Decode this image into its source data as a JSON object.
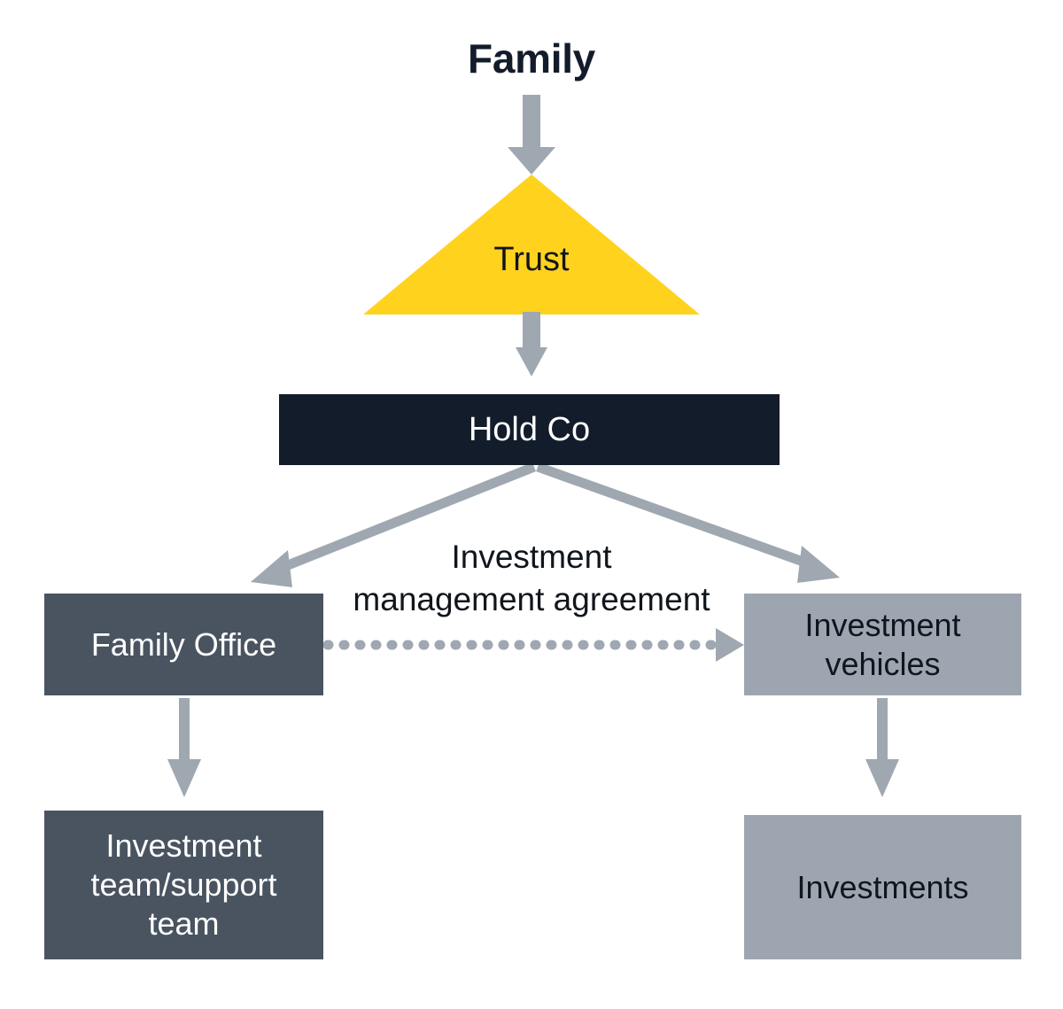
{
  "diagram": {
    "title": "Family",
    "background_color": "#ffffff",
    "palette": {
      "title_text": "#131c2b",
      "trust_fill": "#ffd21e",
      "trust_text": "#11151c",
      "holdco_fill": "#131c2b",
      "holdco_text": "#ffffff",
      "dark_slate_fill": "#495460",
      "dark_slate_text": "#ffffff",
      "light_gray_fill": "#9da6b0",
      "light_gray_text": "#11151c",
      "connector_gray": "#9fa8b0",
      "label_text": "#11151c"
    },
    "nodes": [
      {
        "id": "family",
        "label": "Family",
        "shape": "text",
        "fill": "none",
        "text_color": "#131c2b",
        "bold": true
      },
      {
        "id": "trust",
        "label": "Trust",
        "shape": "triangle",
        "fill": "#ffd21e",
        "text_color": "#11151c"
      },
      {
        "id": "holdco",
        "label": "Hold Co",
        "shape": "rectangle",
        "fill": "#131c2b",
        "text_color": "#ffffff"
      },
      {
        "id": "family-office",
        "label": "Family Office",
        "shape": "rectangle",
        "fill": "#495460",
        "text_color": "#ffffff"
      },
      {
        "id": "investment-vehicles",
        "label": "Investment\nvehicles",
        "shape": "rectangle",
        "fill": "#9da6b0",
        "text_color": "#11151c"
      },
      {
        "id": "investment-team",
        "label": "Investment\nteam/support\nteam",
        "shape": "rectangle",
        "fill": "#495460",
        "text_color": "#ffffff"
      },
      {
        "id": "investments",
        "label": "Investments",
        "shape": "rectangle",
        "fill": "#9da6b0",
        "text_color": "#11151c"
      }
    ],
    "edges": [
      {
        "id": "family-to-trust",
        "from": "family",
        "to": "trust",
        "style": "solid-arrow",
        "label": ""
      },
      {
        "id": "trust-to-holdco",
        "from": "trust",
        "to": "holdco",
        "style": "solid-arrow",
        "label": ""
      },
      {
        "id": "holdco-to-family-office",
        "from": "holdco",
        "to": "family-office",
        "style": "solid-arrow",
        "label": ""
      },
      {
        "id": "holdco-to-investment-vehicles",
        "from": "holdco",
        "to": "investment-vehicles",
        "style": "solid-arrow",
        "label": ""
      },
      {
        "id": "family-office-to-investment-vehicles",
        "from": "family-office",
        "to": "investment-vehicles",
        "style": "dotted-arrow",
        "label": "Investment management agreement"
      },
      {
        "id": "family-office-to-investment-team",
        "from": "family-office",
        "to": "investment-team",
        "style": "solid-arrow",
        "label": ""
      },
      {
        "id": "investment-vehicles-to-investments",
        "from": "investment-vehicles",
        "to": "investments",
        "style": "solid-arrow",
        "label": ""
      }
    ],
    "edge_labels": {
      "investment_management_agreement": "Investment\nmanagement agreement"
    }
  }
}
